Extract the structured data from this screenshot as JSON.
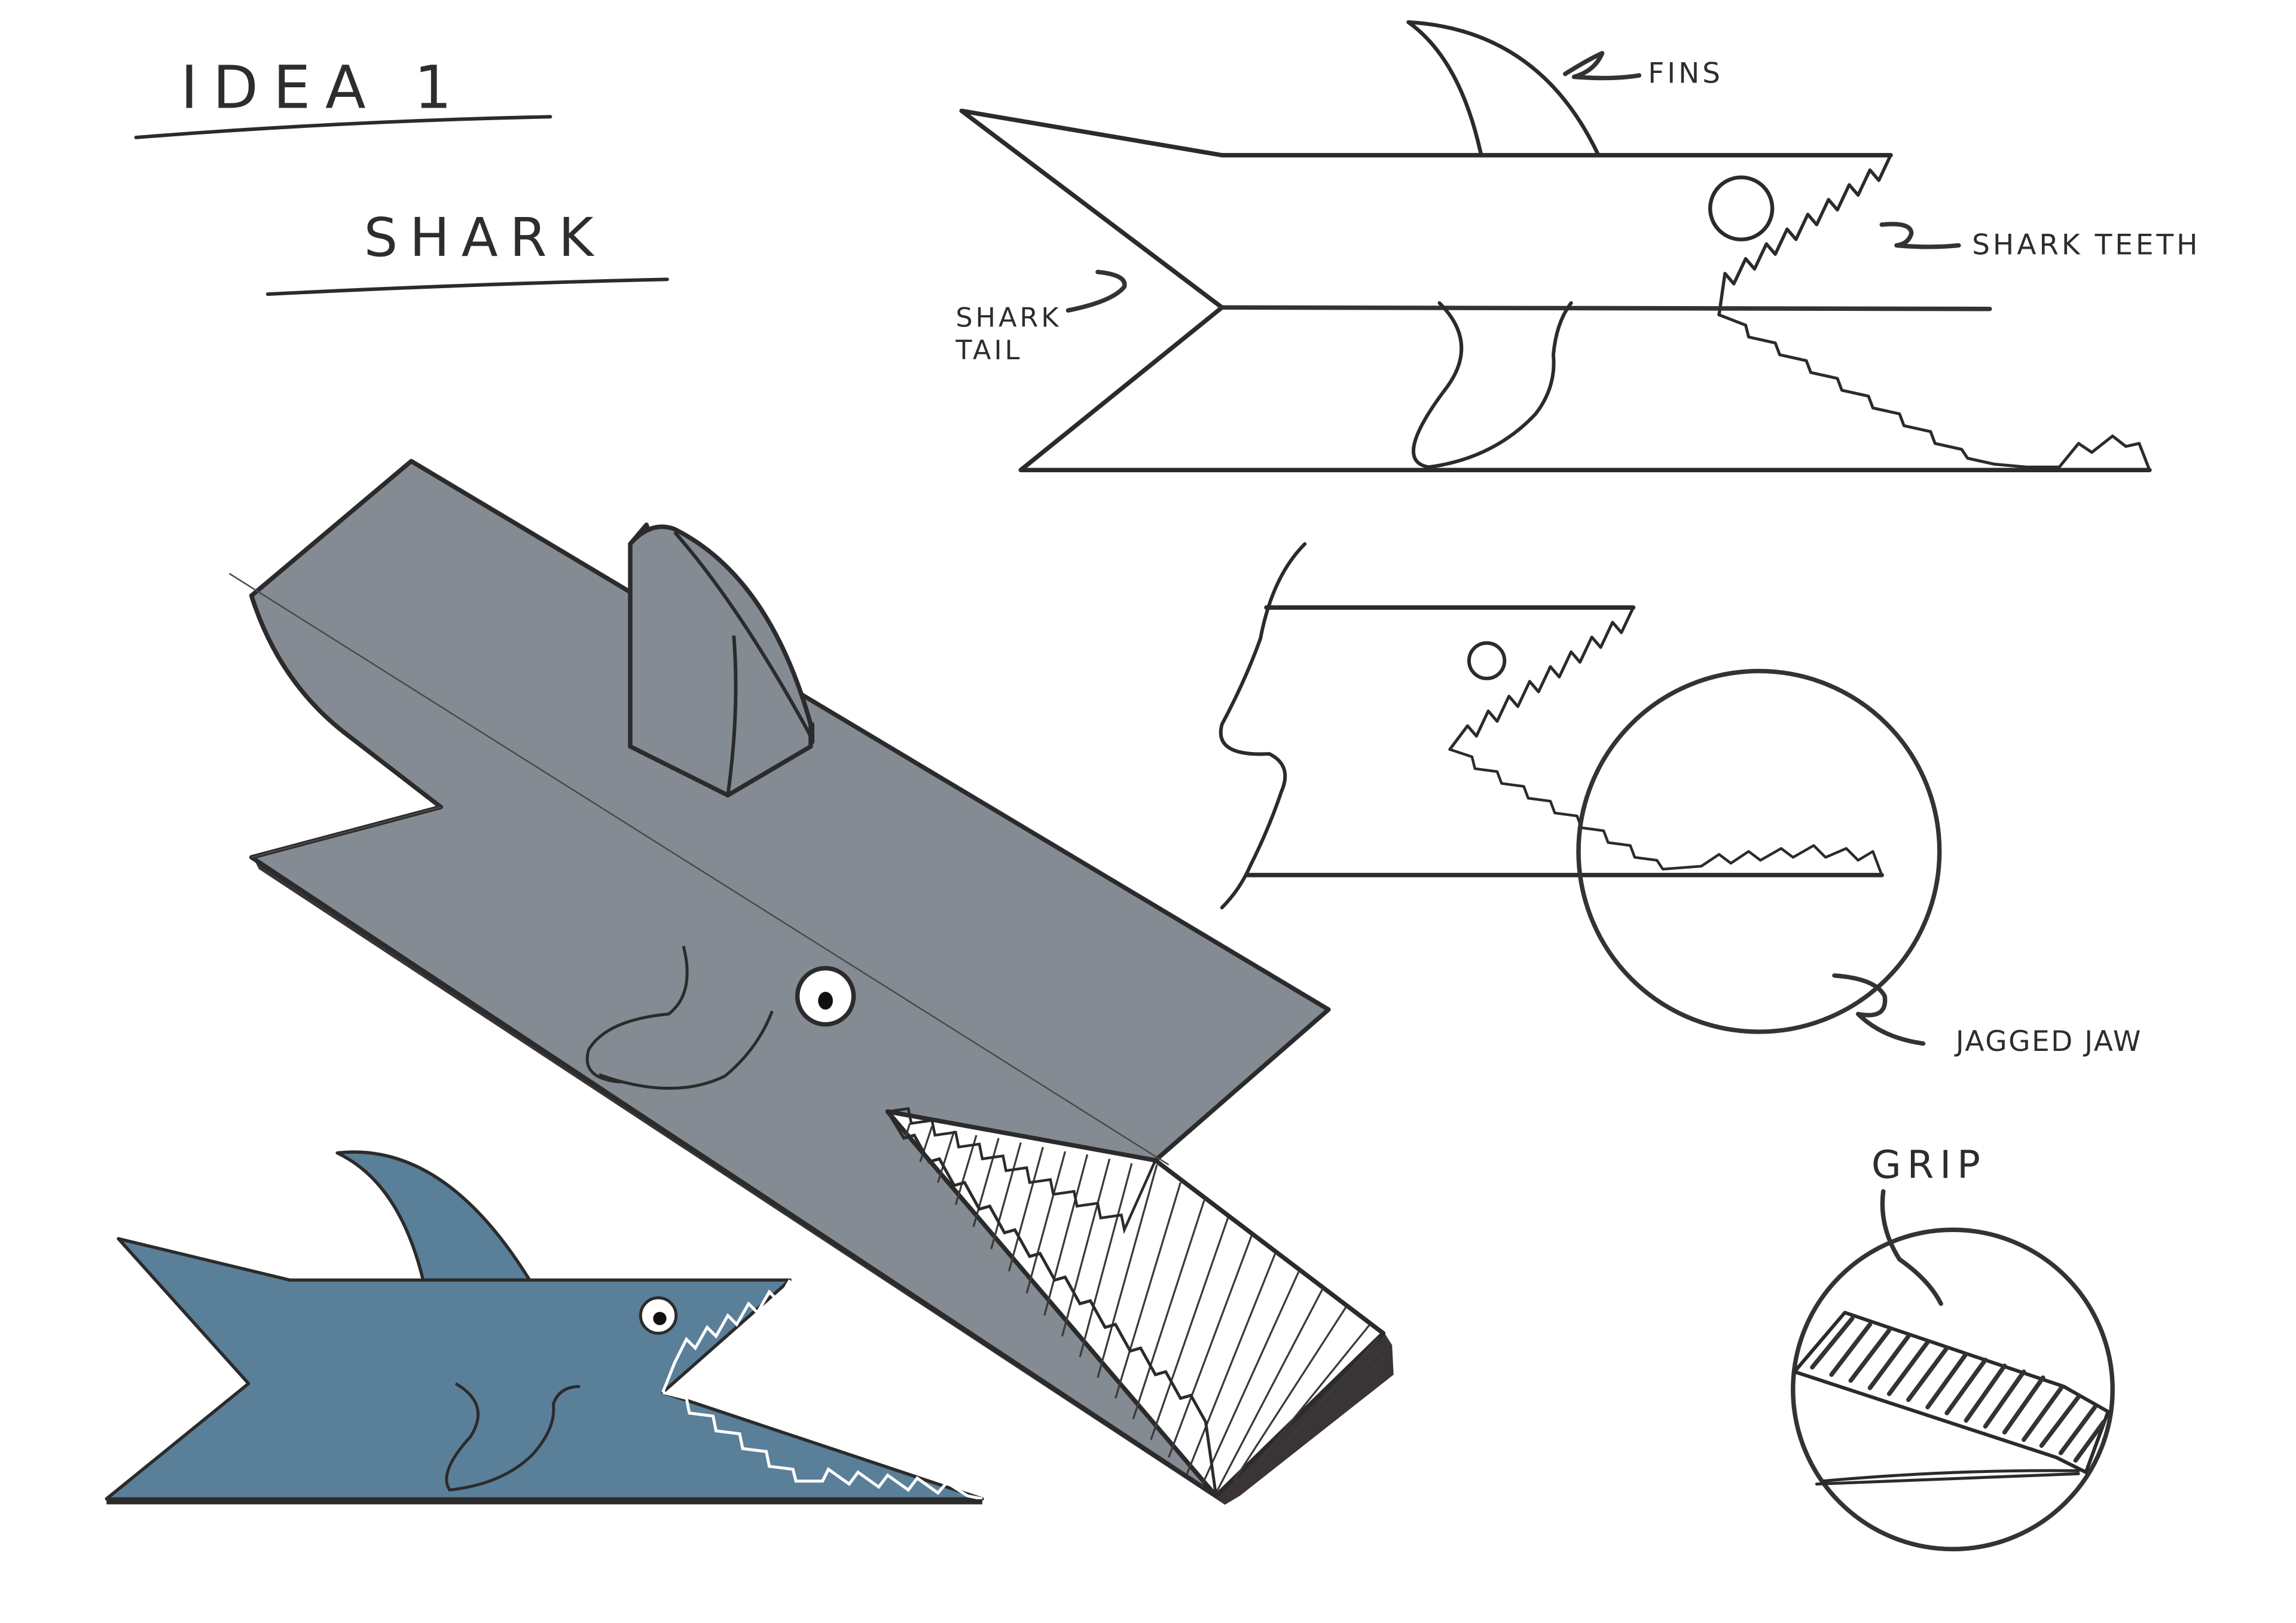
{
  "sheet": {
    "title": "IDEA 1",
    "subtitle": "SHARK"
  },
  "annotations": {
    "fins": "FINS",
    "shark_teeth": "SHARK TEETH",
    "shark_tail_line1": "SHARK",
    "shark_tail_line2": "TAIL",
    "jagged_jaw": "JAGGED JAW",
    "grip": "GRIP"
  },
  "colors": {
    "paper": "#ffffff",
    "ink": "#2b2b2b",
    "gray_shark_body": "#858b93",
    "gray_shark_dark_edge": "#3a3437",
    "blue_shark_body": "#5a7f99"
  }
}
